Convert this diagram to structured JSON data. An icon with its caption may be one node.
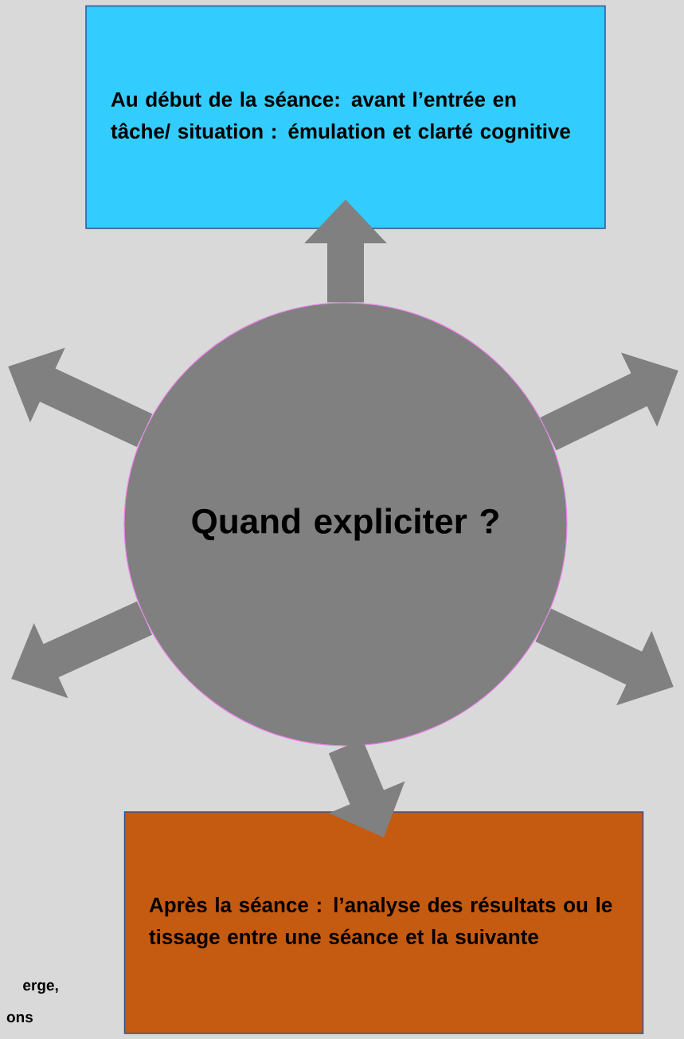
{
  "diagram": {
    "nodes": [
      {
        "text": [
          "Au début de la séance: avant l’entrée en tâche/ situation : émulation et clarté cognitive"
        ]
      },
      {
        "text": [
          "Quand expliciter ?"
        ]
      },
      {
        "text": [
          "Après la séance : l’analyse des résultats ou le tissage entre une séance et la suivante"
        ]
      }
    ],
    "edges": [
      {
        "from": 1,
        "to": 0,
        "arrow": "to"
      },
      {
        "from": 1,
        "to": 2,
        "arrow": "to"
      },
      {
        "from": 1,
        "to": null,
        "arrow": "to"
      },
      {
        "from": 1,
        "to": null,
        "arrow": "to"
      },
      {
        "from": 1,
        "to": null,
        "arrow": "to"
      },
      {
        "from": 1,
        "to": null,
        "arrow": "to"
      }
    ],
    "labels": [
      "erge,",
      "ons"
    ]
  }
}
